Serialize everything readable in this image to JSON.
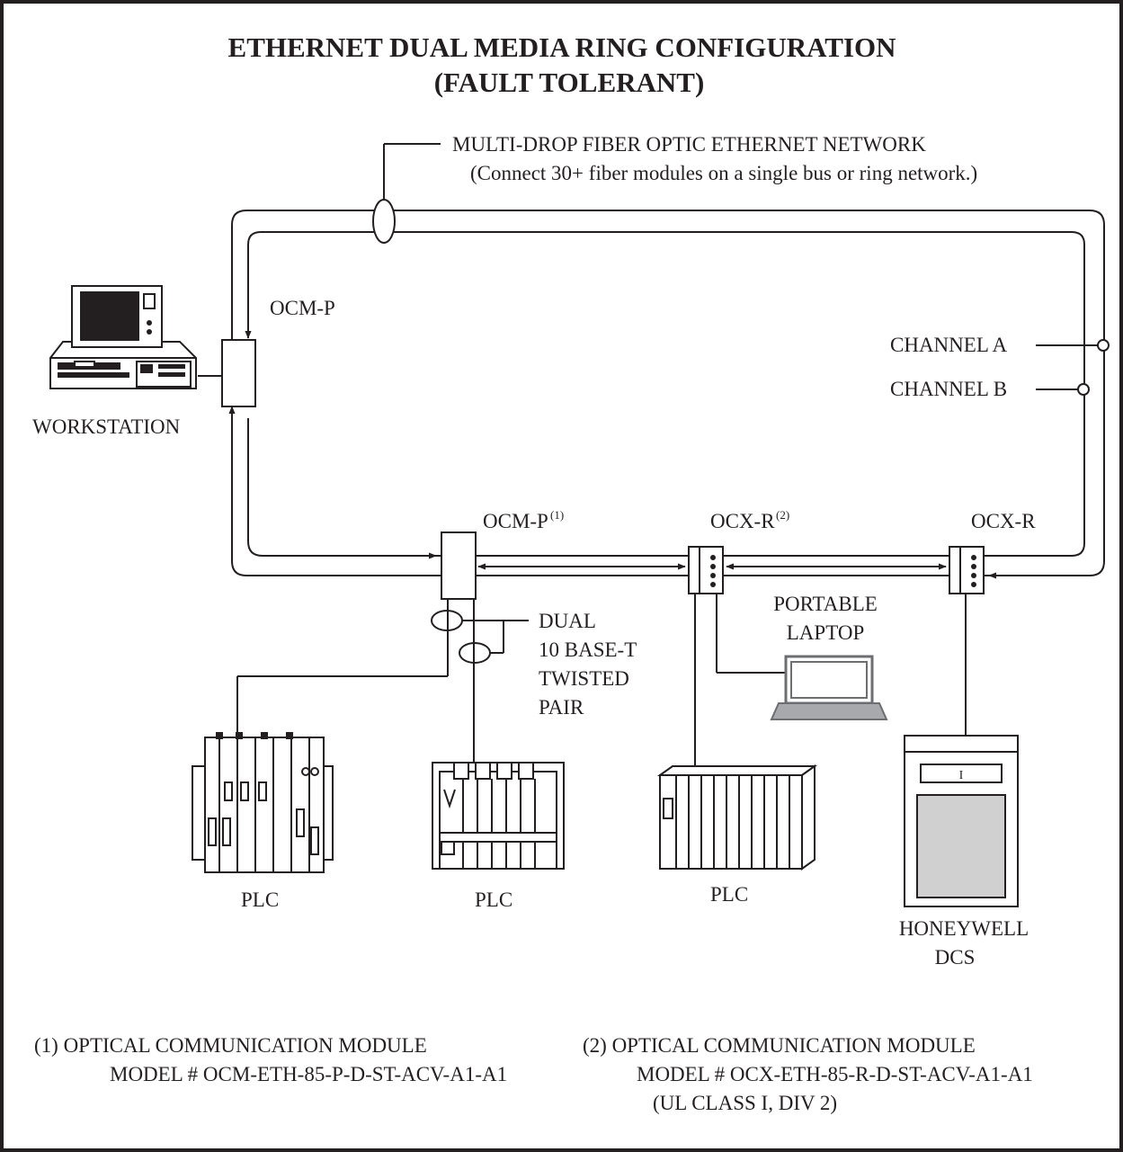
{
  "title": {
    "line1": "ETHERNET DUAL MEDIA RING CONFIGURATION",
    "line2": "(FAULT TOLERANT)"
  },
  "network": {
    "label": "MULTI-DROP FIBER OPTIC ETHERNET NETWORK",
    "note": "(Connect 30+ fiber modules on a single bus or ring network.)"
  },
  "channels": {
    "a": "CHANNEL A",
    "b": "CHANNEL B"
  },
  "nodes": {
    "workstation": "WORKSTATION",
    "ocm_p_top": "OCM-P",
    "ocm_p_bottom": "OCM-P",
    "ocm_p_bottom_note": "(1)",
    "ocx_r_mid": "OCX-R",
    "ocx_r_mid_note": "(2)",
    "ocx_r_right": "OCX-R",
    "laptop_line1": "PORTABLE",
    "laptop_line2": "LAPTOP",
    "plc1": "PLC",
    "plc2": "PLC",
    "plc3": "PLC",
    "dcs_line1": "HONEYWELL",
    "dcs_line2": "DCS",
    "dcs_panel_mark": "I"
  },
  "twisted_pair": {
    "line1": "DUAL",
    "line2": "10 BASE-T",
    "line3": "TWISTED",
    "line4": "PAIR"
  },
  "footnotes": {
    "f1_line1": "(1)  OPTICAL COMMUNICATION MODULE",
    "f1_line2": "MODEL # OCM-ETH-85-P-D-ST-ACV-A1-A1",
    "f2_line1": "(2)  OPTICAL COMMUNICATION MODULE",
    "f2_line2": "MODEL # OCX-ETH-85-R-D-ST-ACV-A1-A1",
    "f2_line3": "(UL CLASS I, DIV 2)"
  }
}
